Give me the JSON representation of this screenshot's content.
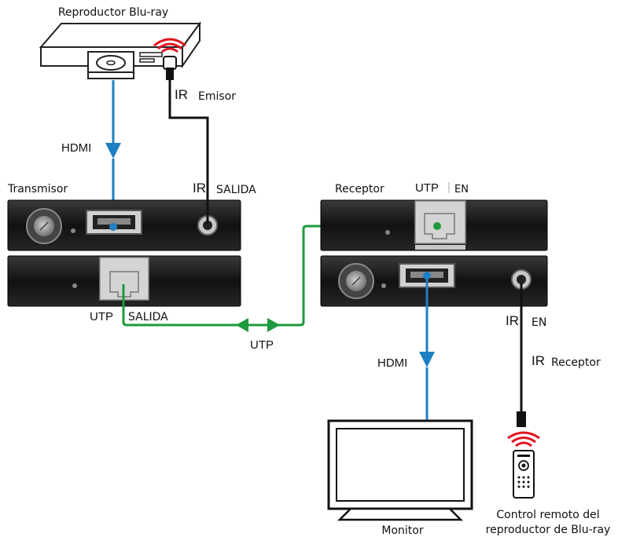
{
  "labels": {
    "bluray_player": "Reproductor Blu-ray",
    "ir_emitter_ir": "IR",
    "ir_emitter": "Emisor",
    "hdmi_top": "HDMI",
    "transmitter": "Transmisor",
    "tx_ir_ir": "IR",
    "tx_ir_out": "SALIDA",
    "receiver": "Receptor",
    "rx_utp": "UTP",
    "rx_utp_in": "EN",
    "tx_utp": "UTP",
    "tx_utp_out": "SALIDA",
    "utp_cable": "UTP",
    "rx_ir_ir": "IR",
    "rx_ir_in": "EN",
    "hdmi_bottom": "HDMI",
    "ir_receiver_ir": "IR",
    "ir_receiver": "Receptor",
    "monitor": "Monitor",
    "remote_line1": "Control remoto del",
    "remote_line2": "reproductor de Blu-ray"
  },
  "colors": {
    "hdmi_cable": "#1f7fc4",
    "utp_cable": "#1e9a3e",
    "ir_cable": "#111111",
    "ir_signal": "#e0151f",
    "device_body": "#1c1c1c"
  }
}
